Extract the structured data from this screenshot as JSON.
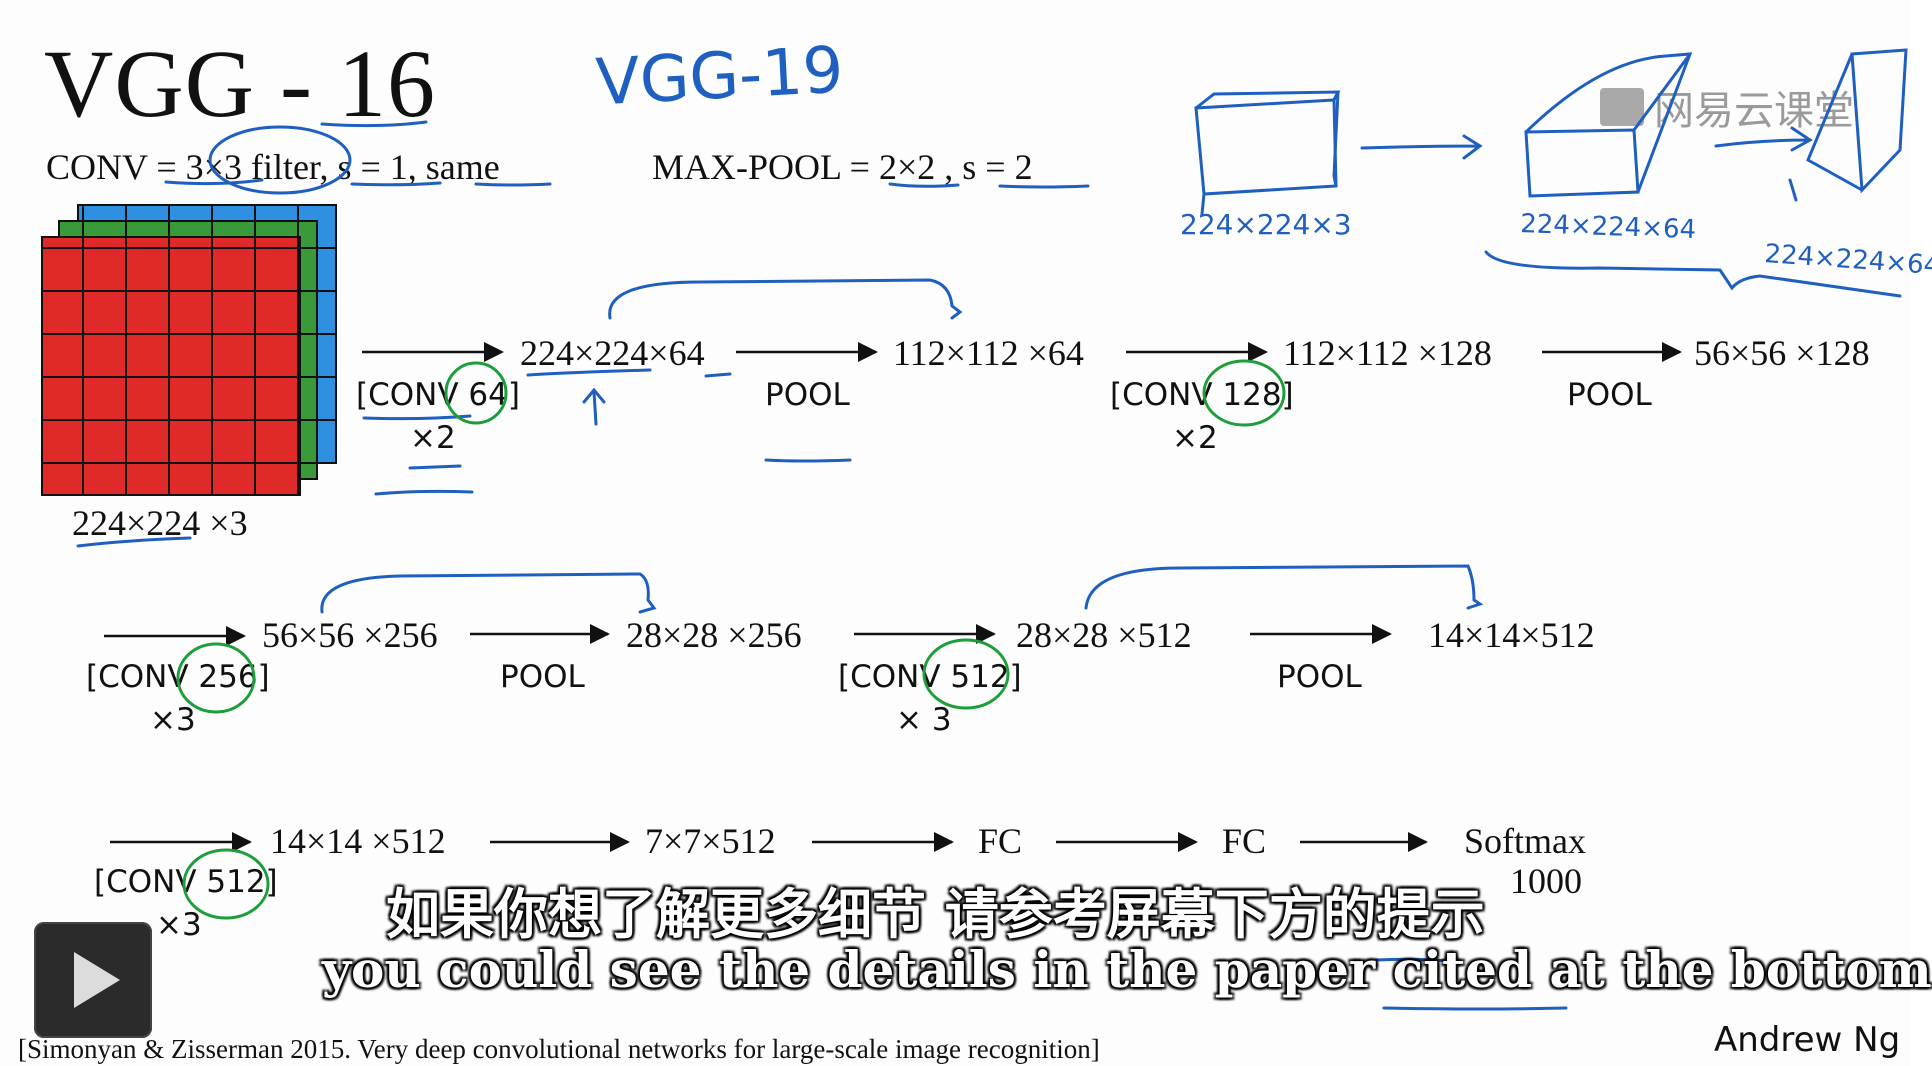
{
  "title": "VGG - 16",
  "handwriting": {
    "title_note": "VGG-19",
    "box1_dim": "224×224×3",
    "box2_dim": "224×224×64",
    "box3_dim": "224×224×64"
  },
  "watermark": "网易云课堂",
  "definitions": {
    "conv": "CONV = 3×3 filter, s = 1, same",
    "maxpool": "MAX-POOL = 2×2 , s = 2"
  },
  "input": {
    "dim": "224×224 ×3"
  },
  "row1": {
    "layer1_label": "[CONV 64]",
    "layer1_mult": "×2",
    "out1": "224×224×64",
    "pool1_label": "POOL",
    "out2": "112×112 ×64",
    "layer2_label": "[CONV 128]",
    "layer2_mult": "×2",
    "out3": "112×112 ×128",
    "pool2_label": "POOL",
    "out4": "56×56 ×128"
  },
  "row2": {
    "layer3_label": "[CONV 256]",
    "layer3_mult": "×3",
    "out5": "56×56 ×256",
    "pool3_label": "POOL",
    "out6": "28×28 ×256",
    "layer4_label": "[CONV 512]",
    "layer4_mult": "× 3",
    "out7": "28×28 ×512",
    "pool4_label": "POOL",
    "out8": "14×14×512"
  },
  "row3": {
    "layer5_label": "[CONV 512]",
    "layer5_mult": "×3",
    "out9": "14×14 ×512",
    "out10": "7×7×512",
    "fc1": "FC",
    "fc2": "FC",
    "softmax": "Softmax",
    "softmax_units": "1000"
  },
  "subtitles": {
    "chinese": "如果你想了解更多细节 请参考屏幕下方的提示",
    "english": "you could see the details in the paper cited at the bottom"
  },
  "citation": "[Simonyan & Zisserman 2015. Very deep convolutional networks for large-scale image recognition]",
  "author": "Andrew Ng",
  "colors": {
    "ink_blue": "#1f5fbf",
    "ink_green": "#1e9e3a",
    "tensor_red": "#e02a2a",
    "tensor_green": "#3a9a3a",
    "tensor_blue": "#2f8fe0"
  },
  "controls": {
    "play_icon": "play-icon"
  }
}
